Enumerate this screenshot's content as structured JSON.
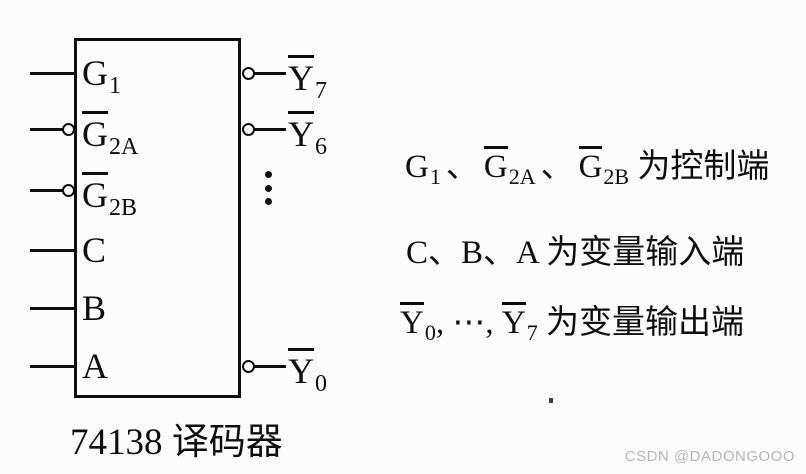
{
  "figure": {
    "chip": {
      "bottom_label": "74138 译码器",
      "left_pins": [
        {
          "base": "G",
          "sub": "1",
          "overline": false,
          "bubble": false
        },
        {
          "base": "G",
          "sub": "2A",
          "overline": true,
          "bubble": true
        },
        {
          "base": "G",
          "sub": "2B",
          "overline": true,
          "bubble": true
        },
        {
          "base": "C",
          "sub": "",
          "overline": false,
          "bubble": false
        },
        {
          "base": "B",
          "sub": "",
          "overline": false,
          "bubble": false
        },
        {
          "base": "A",
          "sub": "",
          "overline": false,
          "bubble": false
        }
      ],
      "right_pins": [
        {
          "base": "Y",
          "sub": "7",
          "overline": true,
          "bubble": true
        },
        {
          "base": "Y",
          "sub": "6",
          "overline": true,
          "bubble": true
        },
        {
          "base": "Y",
          "sub": "0",
          "overline": true,
          "bubble": true
        }
      ],
      "outputs_ellipsis": "⋮"
    },
    "legend": {
      "line1": {
        "g1_base": "G",
        "g1_sub": "1",
        "sep1": "、",
        "g2a_base": "G",
        "g2a_sub": "2A",
        "sep2": "、",
        "g2b_base": "G",
        "g2b_sub": "2B",
        "tail": " 为控制端"
      },
      "line2": "C、B、A 为变量输入端",
      "line3": {
        "y0_base": "Y",
        "y0_sub": "0",
        "mid": ", ⋯, ",
        "y7_base": "Y",
        "y7_sub": "7",
        "tail": " 为变量输出端"
      }
    }
  },
  "icons": {
    "active_low_bubble": "○",
    "vertical_ellipsis": "⋮"
  },
  "colors": {
    "ink": "#0e0e0e",
    "background": "#fcfcfc",
    "watermark": "#b3b6b8"
  },
  "watermark": "CSDN @DADONGOOO"
}
